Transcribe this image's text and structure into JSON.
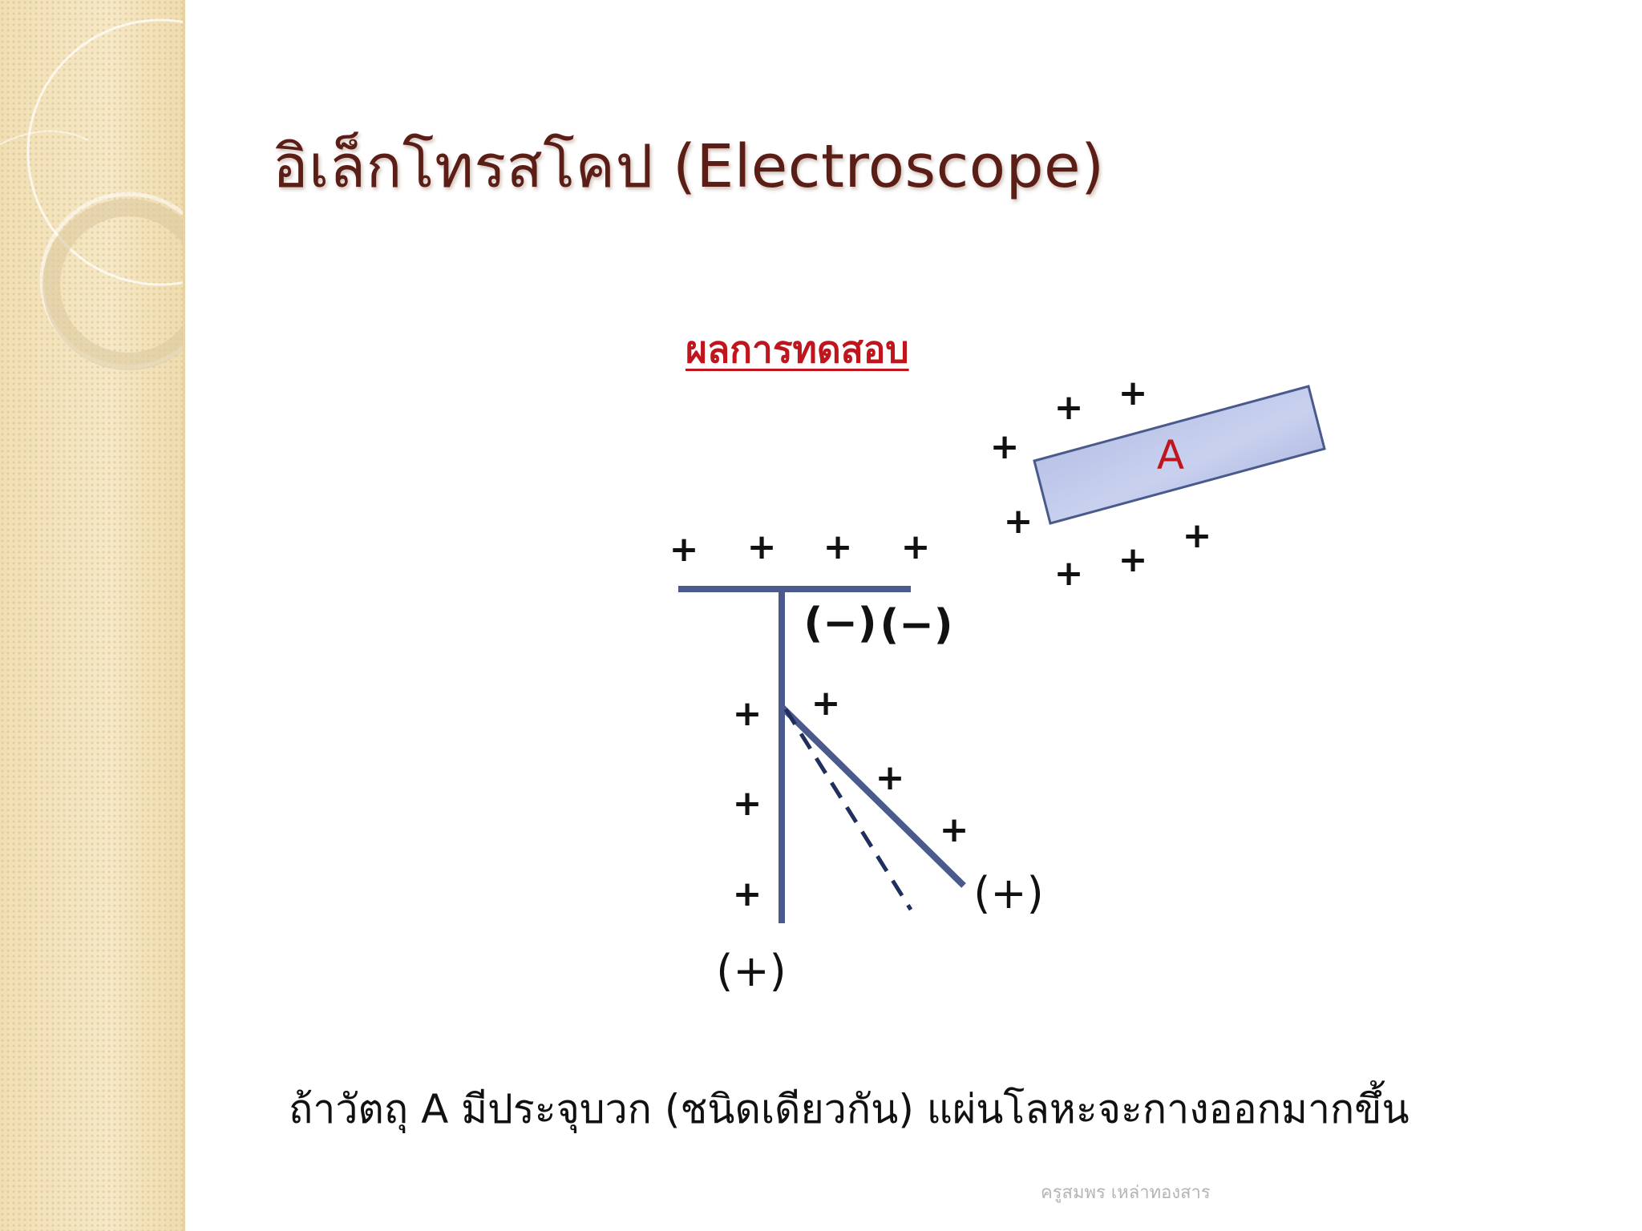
{
  "slide": {
    "title": "อิเล็กโทรสโคป (Electroscope)",
    "subtitle": "ผลการทดสอบ",
    "caption": "ถ้าวัตถุ A มีประจุบวก (ชนิดเดียวกัน) แผ่นโลหะจะกางออกมากขึ้น",
    "footer": "ครูสมพร เหล่าทองสาร"
  },
  "diagram": {
    "rod_label": "A",
    "rod_charges": [
      "+",
      "+",
      "+",
      "+",
      "+",
      "+",
      "+"
    ],
    "top_plate_charges": [
      "+",
      "+",
      "+",
      "+"
    ],
    "plate_negative_labels": [
      "(−)",
      "(−)"
    ],
    "left_leaf_charges": [
      "+",
      "+",
      "+"
    ],
    "right_leaf_charges": [
      "+",
      "+",
      "+"
    ],
    "left_leaf_label": "(+)",
    "right_leaf_label": "(+)"
  },
  "colors": {
    "title": "#5a1e16",
    "subtitle": "#c0151c",
    "electroscope": "#4a5a8c",
    "dashed_leaf": "#1f2f5e",
    "rod_fill": "#b4bfe3",
    "rod_label": "#c0151c"
  }
}
